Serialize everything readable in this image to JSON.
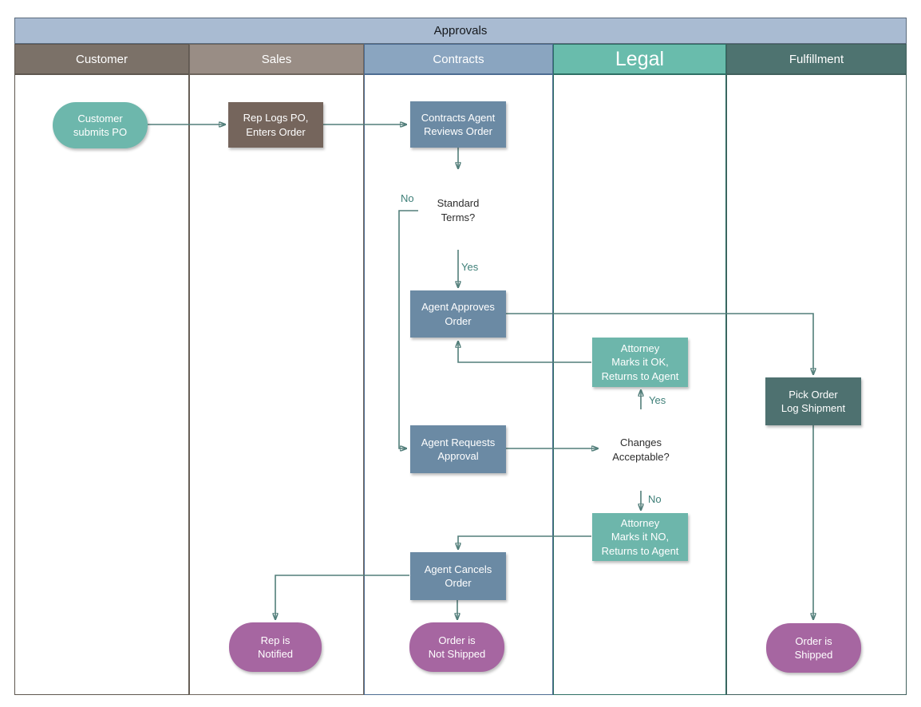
{
  "title": "Approvals",
  "palette": {
    "title_band": "#a9bbd2",
    "lane_customer": "#7b7168",
    "lane_sales": "#998d85",
    "lane_contracts": "#8aa5c0",
    "lane_legal": "#69bcac",
    "lane_fulfillment": "#4e7370",
    "process_blue": "#6b8aa4",
    "process_brown": "#75655c",
    "process_teal": "#6db6ab",
    "process_dark_slate": "#4e7170",
    "decision_purple": "#c794c5",
    "terminator_purple": "#a666a1",
    "terminator_teal": "#6db7ac",
    "connector": "#527e7a"
  },
  "lanes": [
    {
      "label": "Customer"
    },
    {
      "label": "Sales"
    },
    {
      "label": "Contracts"
    },
    {
      "label": "Legal"
    },
    {
      "label": "Fulfillment"
    }
  ],
  "diagram": {
    "nodes": [
      {
        "id": "customer-submits-po",
        "type": "start",
        "lane": "Customer",
        "label": "Customer\nsubmits PO"
      },
      {
        "id": "rep-logs-po",
        "type": "process",
        "lane": "Sales",
        "label": "Rep Logs PO,\nEnters Order"
      },
      {
        "id": "contracts-agent-reviews",
        "type": "process",
        "lane": "Contracts",
        "label": "Contracts Agent\nReviews Order"
      },
      {
        "id": "standard-terms",
        "type": "decision",
        "lane": "Contracts",
        "label": "Standard\nTerms?"
      },
      {
        "id": "agent-approves-order",
        "type": "process",
        "lane": "Contracts",
        "label": "Agent Approves\nOrder"
      },
      {
        "id": "attorney-marks-ok",
        "type": "process",
        "lane": "Legal",
        "label": "Attorney\nMarks it OK,\nReturns to Agent"
      },
      {
        "id": "pick-order-log-shipment",
        "type": "process",
        "lane": "Fulfillment",
        "label": "Pick Order\nLog Shipment"
      },
      {
        "id": "agent-requests-approval",
        "type": "process",
        "lane": "Contracts",
        "label": "Agent Requests\nApproval"
      },
      {
        "id": "changes-acceptable",
        "type": "decision",
        "lane": "Legal",
        "label": "Changes\nAcceptable?"
      },
      {
        "id": "attorney-marks-no",
        "type": "process",
        "lane": "Legal",
        "label": "Attorney\nMarks it NO,\nReturns to Agent"
      },
      {
        "id": "agent-cancels-order",
        "type": "process",
        "lane": "Contracts",
        "label": "Agent Cancels\nOrder"
      },
      {
        "id": "rep-is-notified",
        "type": "end",
        "lane": "Sales",
        "label": "Rep is\nNotified"
      },
      {
        "id": "order-is-not-shipped",
        "type": "end",
        "lane": "Contracts",
        "label": "Order is\nNot Shipped"
      },
      {
        "id": "order-is-shipped",
        "type": "end",
        "lane": "Fulfillment",
        "label": "Order is\nShipped"
      }
    ],
    "edges": [
      {
        "from": "customer-submits-po",
        "to": "rep-logs-po",
        "label": ""
      },
      {
        "from": "rep-logs-po",
        "to": "contracts-agent-reviews",
        "label": ""
      },
      {
        "from": "contracts-agent-reviews",
        "to": "standard-terms",
        "label": ""
      },
      {
        "from": "standard-terms",
        "to": "agent-approves-order",
        "label": "Yes"
      },
      {
        "from": "standard-terms",
        "to": "agent-requests-approval",
        "label": "No"
      },
      {
        "from": "agent-approves-order",
        "to": "pick-order-log-shipment",
        "label": ""
      },
      {
        "from": "attorney-marks-ok",
        "to": "agent-approves-order",
        "label": ""
      },
      {
        "from": "agent-requests-approval",
        "to": "changes-acceptable",
        "label": ""
      },
      {
        "from": "changes-acceptable",
        "to": "attorney-marks-ok",
        "label": "Yes"
      },
      {
        "from": "changes-acceptable",
        "to": "attorney-marks-no",
        "label": "No"
      },
      {
        "from": "attorney-marks-no",
        "to": "agent-cancels-order",
        "label": ""
      },
      {
        "from": "agent-cancels-order",
        "to": "rep-is-notified",
        "label": ""
      },
      {
        "from": "agent-cancels-order",
        "to": "order-is-not-shipped",
        "label": ""
      },
      {
        "from": "pick-order-log-shipment",
        "to": "order-is-shipped",
        "label": ""
      }
    ]
  }
}
